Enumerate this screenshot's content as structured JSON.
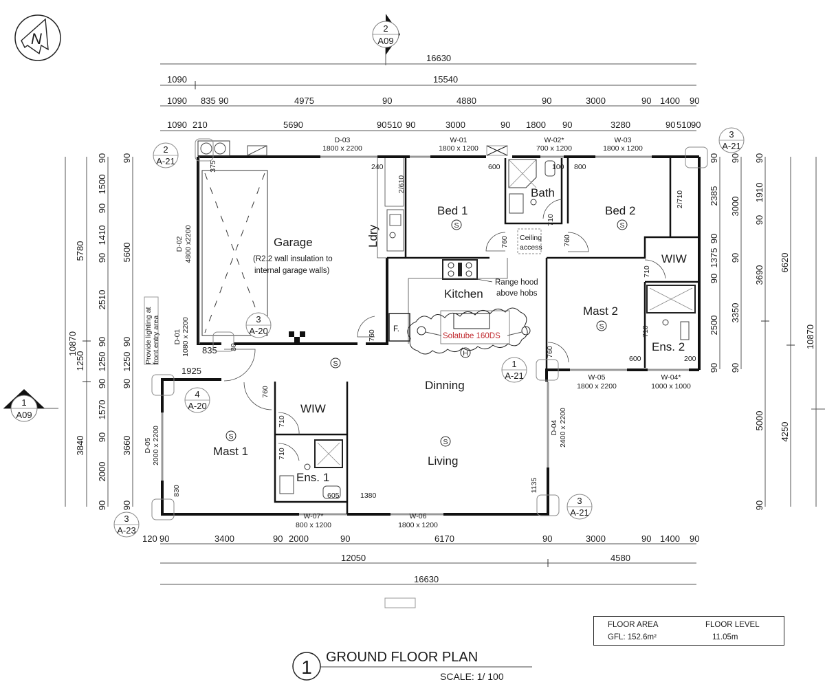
{
  "drawing": {
    "title_number": "1",
    "title": "GROUND FLOOR PLAN",
    "scale": "SCALE: 1/ 100",
    "north_arrow_letter": "N"
  },
  "info_box": {
    "floor_area_label": "FLOOR AREA",
    "floor_level_label": "FLOOR LEVEL",
    "floor_area_value": "GFL:  152.6m²",
    "floor_level_value": "11.05m"
  },
  "section_markers": {
    "top": {
      "number": "2",
      "sheet": "A09"
    },
    "left": {
      "number": "1",
      "sheet": "A09"
    }
  },
  "detail_callouts": [
    {
      "number": "2",
      "sheet": "A-21"
    },
    {
      "number": "3",
      "sheet": "A-21"
    },
    {
      "number": "3",
      "sheet": "A-20"
    },
    {
      "number": "1",
      "sheet": "A-21"
    },
    {
      "number": "4",
      "sheet": "A-20"
    },
    {
      "number": "3",
      "sheet": "A-23"
    },
    {
      "number": "3",
      "sheet": "A-21"
    }
  ],
  "rooms": {
    "garage": "Garage",
    "garage_note_1": "(R2.2 wall insulation to",
    "garage_note_2": "internal garage walls)",
    "laundry": "Ldry",
    "bed1": "Bed 1",
    "bath": "Bath",
    "bed2": "Bed 2",
    "wiw2": "WIW",
    "mast2": "Mast 2",
    "ens2": "Ens. 2",
    "kitchen": "Kitchen",
    "dinning": "Dinning",
    "living": "Living",
    "mast1": "Mast 1",
    "wiw1": "WIW",
    "ens1": "Ens. 1",
    "fridge": "F."
  },
  "notes": {
    "ceiling_access_1": "Ceiling",
    "ceiling_access_2": "access",
    "range_hood_1": "Range hood",
    "range_hood_2": "above hobs",
    "solatube": "Solatube 160DS",
    "lighting_1": "Provide lighting at",
    "lighting_2": "front entry area",
    "solatube_color": "#c0282d"
  },
  "openings": {
    "d01": {
      "id": "D-01",
      "size": "1080 x 2200"
    },
    "d02": {
      "id": "D-02",
      "size": "4800 x2200"
    },
    "d03": {
      "id": "D-03",
      "size": "1800 x 2200"
    },
    "d04": {
      "id": "D-04",
      "size": "2400 x 2200"
    },
    "d05": {
      "id": "D-05",
      "size": "2000 x 2200"
    },
    "w01": {
      "id": "W-01",
      "size": "1800 x 1200"
    },
    "w02": {
      "id": "W-02*",
      "size": "700 x 1200"
    },
    "w03": {
      "id": "W-03",
      "size": "1800 x 1200"
    },
    "w04": {
      "id": "W-04*",
      "size": "1000 x 1000"
    },
    "w05": {
      "id": "W-05",
      "size": "1800 x 2200"
    },
    "w06": {
      "id": "W-06",
      "size": "1800 x 1200"
    },
    "w07": {
      "id": "W-07*",
      "size": "800 x 1200"
    }
  },
  "dimensions_top": {
    "row1": [
      "16630"
    ],
    "row2": [
      "1090",
      "15540"
    ],
    "row3": [
      "1090",
      "835",
      "90",
      "4975",
      "90",
      "4880",
      "90",
      "3000",
      "90",
      "1400",
      "90"
    ],
    "row4": [
      "1090",
      "210",
      "5690",
      "90",
      "510",
      "90",
      "3000",
      "90",
      "1800",
      "90",
      "3280",
      "90",
      "510",
      "90"
    ]
  },
  "dimensions_bottom": {
    "row1": [
      "120",
      "90",
      "3400",
      "90",
      "2000",
      "90",
      "6170",
      "90",
      "3000",
      "90",
      "1400",
      "90"
    ],
    "row2": [
      "12050",
      "4580"
    ],
    "row3": [
      "16630"
    ]
  },
  "dimensions_left": {
    "outer": [
      "10870"
    ],
    "second": [
      "5780",
      "1250",
      "3840"
    ],
    "third": [
      "90",
      "1500",
      "90",
      "1410",
      "90",
      "2510",
      "90",
      "1250",
      "90",
      "1570",
      "90",
      "2000",
      "90"
    ],
    "fourth": [
      "90",
      "5600",
      "90",
      "1250",
      "90",
      "3660",
      "90"
    ]
  },
  "dimensions_right": {
    "first": [
      "90",
      "2385",
      "90",
      "1375",
      "90",
      "2500",
      "90"
    ],
    "second": [
      "90",
      "3000",
      "90",
      "3350",
      "90"
    ],
    "third": [
      "90",
      "1910",
      "90",
      "3690",
      "5000",
      "90"
    ],
    "fourth": [
      "6620",
      "4250"
    ],
    "outer": [
      "10870"
    ]
  },
  "internal_dims": {
    "d375": "375",
    "d240": "240",
    "d2610": "2/610",
    "d600a": "600",
    "d100": "100",
    "d800": "800",
    "d2710": "2/710",
    "d710a": "710",
    "d760a": "760",
    "d760b": "760",
    "d710b": "710",
    "d710c": "710",
    "d600b": "600",
    "d200": "200",
    "d760c": "760",
    "d760d": "760",
    "d835": "835",
    "d80": "80",
    "d1925": "1925",
    "d760e": "760",
    "d710d": "710",
    "d710e": "710",
    "d830": "830",
    "d605": "605",
    "d1380": "1380",
    "d1135": "1135"
  },
  "symbols": {
    "smoke": "S",
    "heater": "H"
  }
}
